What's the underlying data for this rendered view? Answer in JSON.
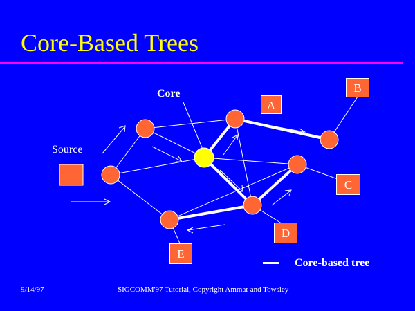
{
  "slide": {
    "title": "Core-Based Trees",
    "labels": {
      "core": "Core",
      "source": "Source",
      "a": "A",
      "b": "B",
      "c": "C",
      "d": "D",
      "e": "E"
    },
    "legend": "Core-based tree",
    "footer_date": "9/14/97",
    "footer_copyright": "SIGCOMM'97 Tutorial, Copyright Ammar and Towsley"
  },
  "colors": {
    "background": "#0000ff",
    "title": "#ffff00",
    "rule": "#ff00ff",
    "node": "#ff6633",
    "core": "#ffff00",
    "text": "#ffffff"
  }
}
